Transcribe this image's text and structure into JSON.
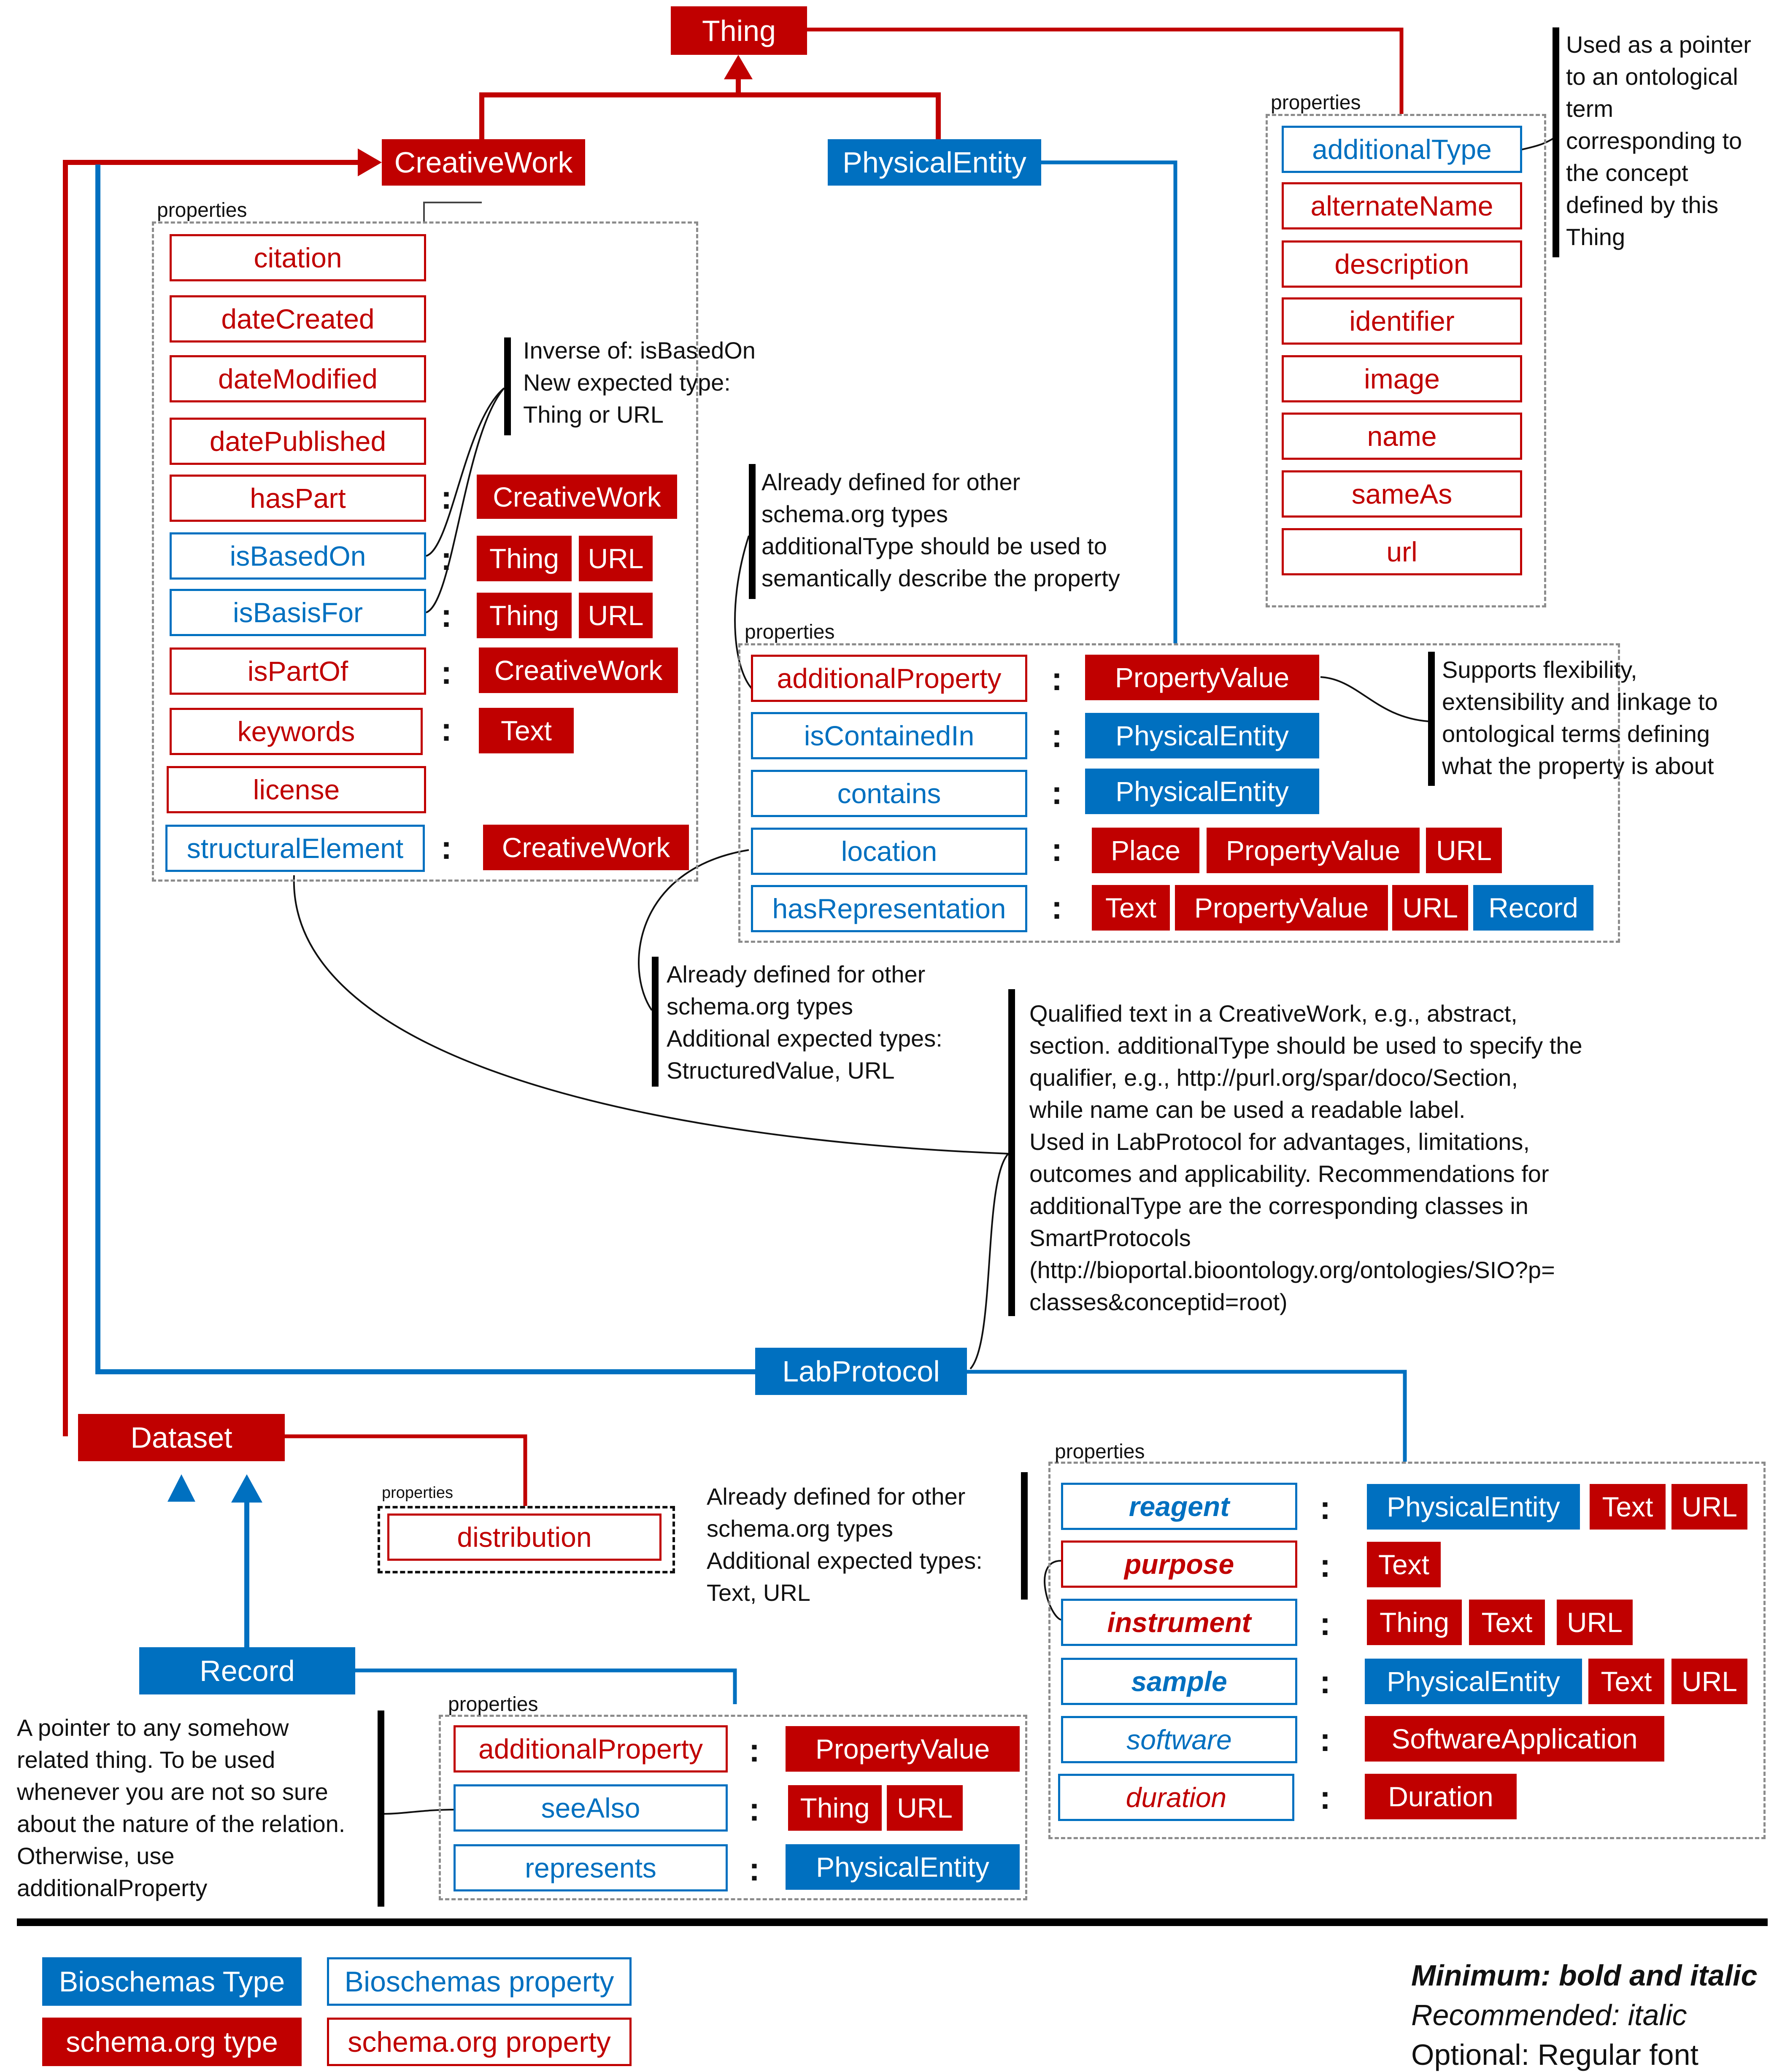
{
  "types": {
    "thing": "Thing",
    "creative_work": "CreativeWork",
    "physical_entity": "PhysicalEntity",
    "lab_protocol": "LabProtocol",
    "dataset": "Dataset",
    "record": "Record"
  },
  "group_label": "properties",
  "thing_props": [
    "additionalType",
    "alternateName",
    "description",
    "identifier",
    "image",
    "name",
    "sameAs",
    "url"
  ],
  "creative_work_props": {
    "citation": "citation",
    "dateCreated": "dateCreated",
    "dateModified": "dateModified",
    "datePublished": "datePublished",
    "hasPart": "hasPart",
    "isBasedOn": "isBasedOn",
    "isBasisFor": "isBasisFor",
    "isPartOf": "isPartOf",
    "keywords": "keywords",
    "license": "license",
    "structuralElement": "structuralElement"
  },
  "physical_entity_props": {
    "additionalProperty": "additionalProperty",
    "isContainedIn": "isContainedIn",
    "contains": "contains",
    "location": "location",
    "hasRepresentation": "hasRepresentation"
  },
  "lab_protocol_props": {
    "reagent": "reagent",
    "purpose": "purpose",
    "instrument": "instrument",
    "sample": "sample",
    "software": "software",
    "duration": "duration"
  },
  "dataset_props": {
    "distribution": "distribution"
  },
  "record_props": {
    "additionalProperty": "additionalProperty",
    "seeAlso": "seeAlso",
    "represents": "represents"
  },
  "value_types": {
    "CreativeWork": "CreativeWork",
    "Thing": "Thing",
    "URL": "URL",
    "Text": "Text",
    "PropertyValue": "PropertyValue",
    "PhysicalEntity": "PhysicalEntity",
    "Place": "Place",
    "Record": "Record",
    "SoftwareApplication": "SoftwareApplication",
    "Duration": "Duration"
  },
  "notes": {
    "additional_type": "Used as a pointer\nto an ontological\nterm\ncorresponding to\nthe concept\ndefined by this\nThing",
    "is_based_on": "Inverse of: isBasedOn\nNew expected type:\nThing or URL",
    "already_defined_pe": "Already defined for other\nschema.org types\nadditionalType should be used to\nsemantically describe the property",
    "supports_flexibility": "Supports flexibility,\nextensibility and linkage to\nontological terms defining\nwhat the property is about",
    "location_note": "Already defined for other\nschema.org types\nAdditional expected types:\nStructuredValue, URL",
    "structural_element": "Qualified text in a CreativeWork, e.g., abstract,\nsection. additionalType should be used to specify the\nqualifier, e.g., http://purl.org/spar/doco/Section,\nwhile name can be used a readable label.\nUsed in LabProtocol for advantages, limitations,\noutcomes and applicability. Recommendations for\nadditionalType are the corresponding classes in\nSmartProtocols\n(http://bioportal.bioontology.org/ontologies/SIO?p=\nclasses&conceptid=root)",
    "lab_protocol_note": "Already defined for other\nschema.org types\nAdditional expected types:\nText, URL",
    "see_also": "A pointer to any somehow\nrelated thing. To be used\nwhenever you are not so sure\nabout the nature of the relation.\nOtherwise, use\nadditionalProperty"
  },
  "legend": {
    "bioschemas_type": "Bioschemas Type",
    "bioschemas_property": "Bioschemas property",
    "schema_type": "schema.org type",
    "schema_property": "schema.org property",
    "minimum": "Minimum: bold and italic",
    "recommended": "Recommended: italic",
    "optional": "Optional: Regular font"
  },
  "colors": {
    "schema_org": "#c00000",
    "bioschemas": "#0070c0"
  }
}
